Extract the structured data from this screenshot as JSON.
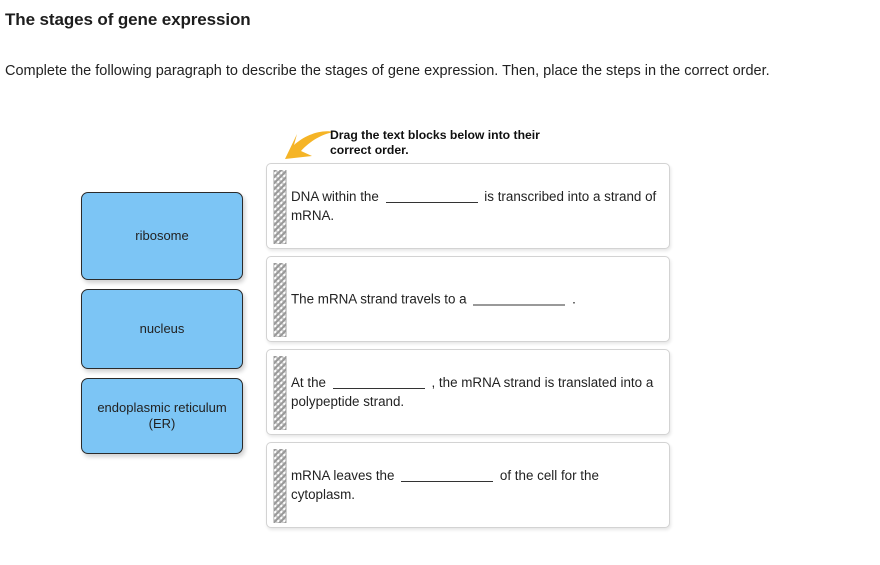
{
  "page": {
    "title": "The stages of gene expression",
    "instructions": "Complete the following paragraph to describe the stages of gene expression. Then, place the steps in the correct order."
  },
  "hint": {
    "text": "Drag the text blocks below into their correct order.",
    "arrow_icon": "curved-arrow-icon",
    "arrow_color": "#F5B426"
  },
  "word_bank": {
    "tile_color": "#7CC5F5",
    "tiles": [
      {
        "label": "ribosome"
      },
      {
        "label": "nucleus"
      },
      {
        "label": "endoplasmic reticulum (ER)"
      }
    ]
  },
  "steps": {
    "grip_icon": "drag-grip-icon",
    "items": [
      {
        "before": "DNA within the",
        "blank": "",
        "after": "is transcribed into a strand of mRNA."
      },
      {
        "before": "The mRNA strand travels to a",
        "blank": "",
        "after": "."
      },
      {
        "before": "At the",
        "blank": "",
        "after": ", the mRNA strand is translated into a polypeptide strand."
      },
      {
        "before": "mRNA leaves the",
        "blank": "",
        "after": "of the cell for the cytoplasm."
      }
    ]
  }
}
